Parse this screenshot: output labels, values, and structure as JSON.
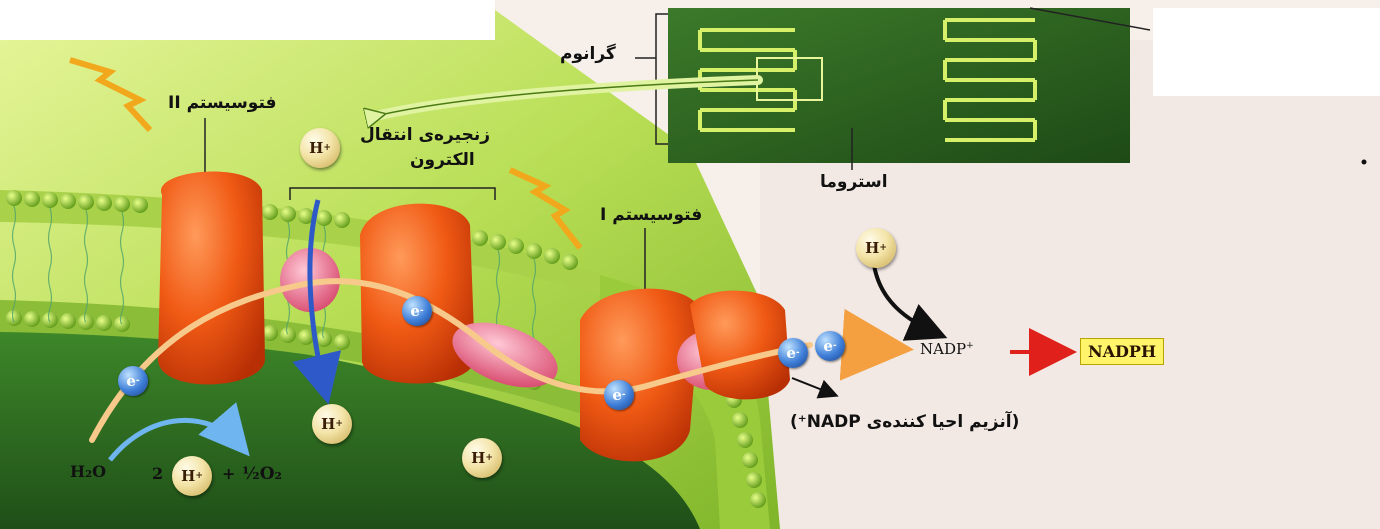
{
  "labels": {
    "granum": "گرانوم",
    "stroma": "استروما",
    "photosystem_2": "فتوسیستم II",
    "photosystem_1": "فتوسیستم I",
    "etc_line1": "زنجیره‌ی انتقال",
    "etc_line2": "الکترون",
    "enzyme": "(آنزیم احیا کننده‌ی NADP⁺)"
  },
  "chemistry": {
    "h_ion": "H",
    "plus": "+",
    "electron": "e",
    "minus": "-",
    "nadp": "NADP",
    "nadph": "NADPH",
    "water": "H₂O",
    "two": "2",
    "half_o2": "½O₂"
  },
  "colors": {
    "stroma_bg": "#2f6e22",
    "membrane": "#9acb3a",
    "thylakoid_lumen": "#c7e86a",
    "protein": "#e8450f",
    "electron_path": "#f4b860",
    "nadph_box": "#fff46a"
  }
}
